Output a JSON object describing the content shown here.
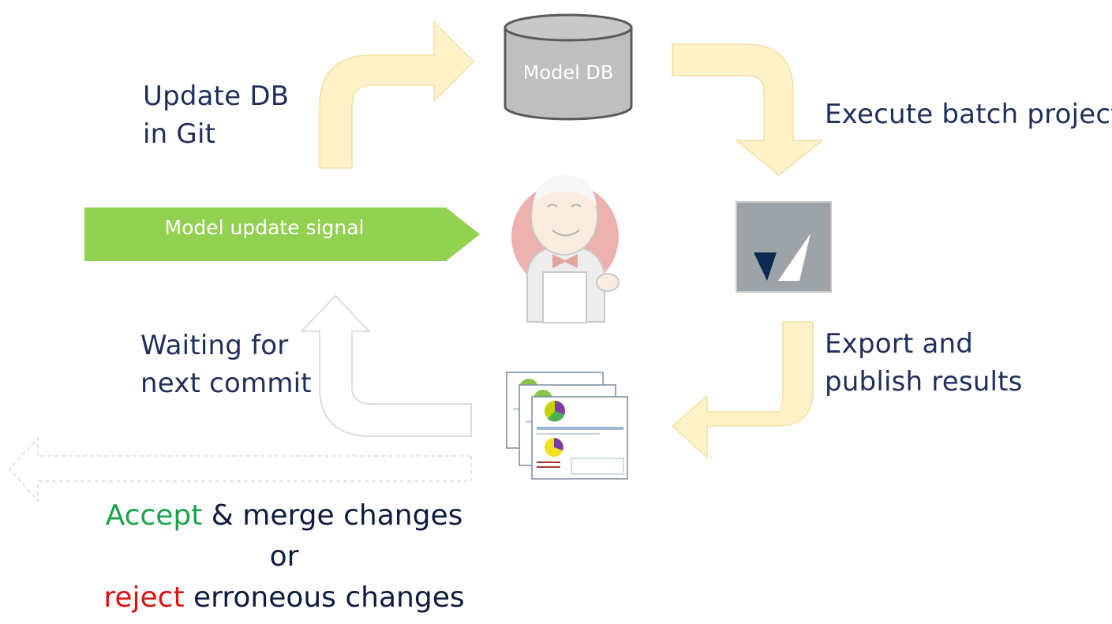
{
  "labels": {
    "update_db": [
      "Update DB",
      "in Git"
    ],
    "execute": "Execute batch project",
    "export": [
      "Export and",
      "publish results"
    ],
    "waiting": [
      "Waiting for",
      "next commit"
    ]
  },
  "signal": {
    "label": "Model update signal",
    "color": "#92d050"
  },
  "database": {
    "label": "Model DB",
    "color": "#bfbfbf"
  },
  "decision": {
    "accept_word": "Accept",
    "accept_rest": " & merge changes",
    "or": "or",
    "reject_word": "reject",
    "reject_rest": " erroneous changes",
    "accept_color": "#1aa34a",
    "reject_color": "#e01010"
  },
  "icons": [
    "jenkins-butler-icon",
    "checkmark-tool-icon",
    "report-documents-icon"
  ],
  "colors": {
    "flow_arrow": "#fff2c8",
    "flow_arrow_stroke": "#f3dfa4",
    "text": "#1f2f5a"
  }
}
